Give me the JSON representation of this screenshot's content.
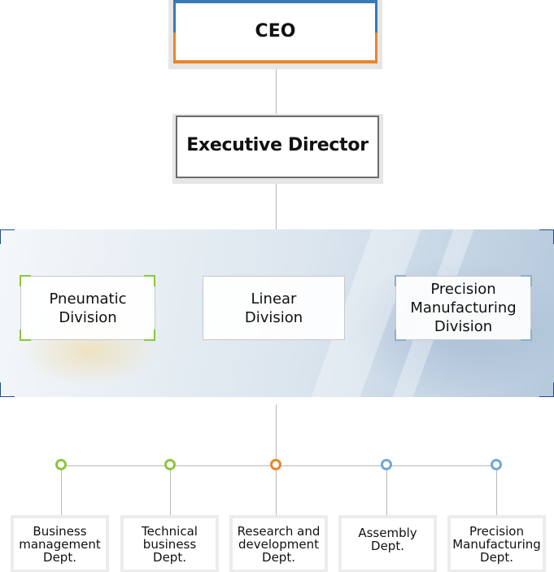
{
  "ceo": {
    "label": "CEO"
  },
  "executive": {
    "label": "Executive Director"
  },
  "divisions": [
    {
      "line1": "Pneumatic",
      "line2": "Division",
      "line3": ""
    },
    {
      "line1": "Linear",
      "line2": "Division",
      "line3": ""
    },
    {
      "line1": "Precision",
      "line2": "Manufacturing",
      "line3": "Division"
    }
  ],
  "departments": [
    {
      "line1": "Business",
      "line2": "management",
      "line3": "Dept."
    },
    {
      "line1": "Technical",
      "line2": "business",
      "line3": "Dept."
    },
    {
      "line1": "Research and",
      "line2": "development",
      "line3": "Dept."
    },
    {
      "line1": "Assembly",
      "line2": "Dept.",
      "line3": ""
    },
    {
      "line1": "Precision",
      "line2": "Manufacturing",
      "line3": "Dept."
    }
  ],
  "colors": {
    "blue": "#3a78b8",
    "orange": "#e8862a",
    "green": "#8cc63f",
    "light_blue": "#6fa8d6"
  }
}
